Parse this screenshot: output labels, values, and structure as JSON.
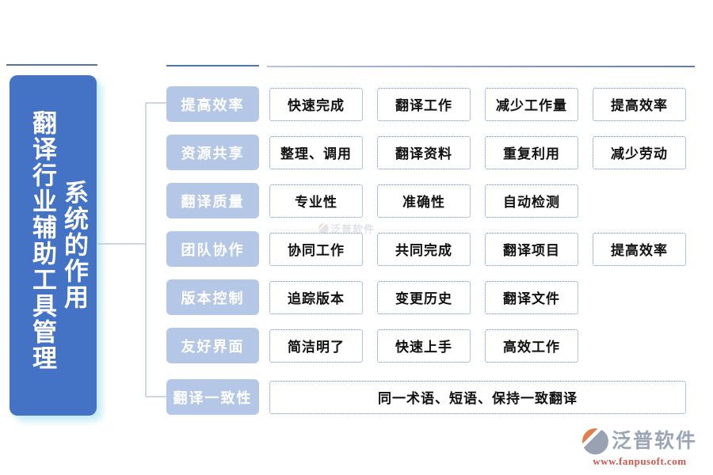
{
  "root": {
    "line1": "翻译行业辅助工具管理",
    "line2": "系统的作用"
  },
  "rows": [
    {
      "label": "提高效率",
      "items": [
        "快速完成",
        "翻译工作",
        "减少工作量",
        "提高效率"
      ]
    },
    {
      "label": "资源共享",
      "items": [
        "整理、调用",
        "翻译资料",
        "重复利用",
        "减少劳动"
      ]
    },
    {
      "label": "翻译质量",
      "items": [
        "专业性",
        "准确性",
        "自动检测"
      ]
    },
    {
      "label": "团队协作",
      "items": [
        "协同工作",
        "共同完成",
        "翻译项目",
        "提高效率"
      ]
    },
    {
      "label": "版本控制",
      "items": [
        "追踪版本",
        "变更历史",
        "翻译文件"
      ]
    },
    {
      "label": "友好界面",
      "items": [
        "简洁明了",
        "快速上手",
        "高效工作"
      ]
    },
    {
      "label": "翻译一致性",
      "items": [
        "同一术语、短语、保持一致翻译"
      ]
    }
  ],
  "watermark": {
    "text": "泛普软件"
  },
  "branding": {
    "name": "泛普软件",
    "url": "www.fanpusoft.com"
  },
  "colors": {
    "root_box_blue": "#4472c4",
    "root_box_glow": "#c6edf5",
    "label_box_blue": "#b4c7e7",
    "item_border_blue": "#6286bd",
    "connector_gray": "#b0bfcc",
    "logo_orange": "#df7f4b",
    "logo_gray": "#98a2b3",
    "url_red": "#cf5549"
  }
}
